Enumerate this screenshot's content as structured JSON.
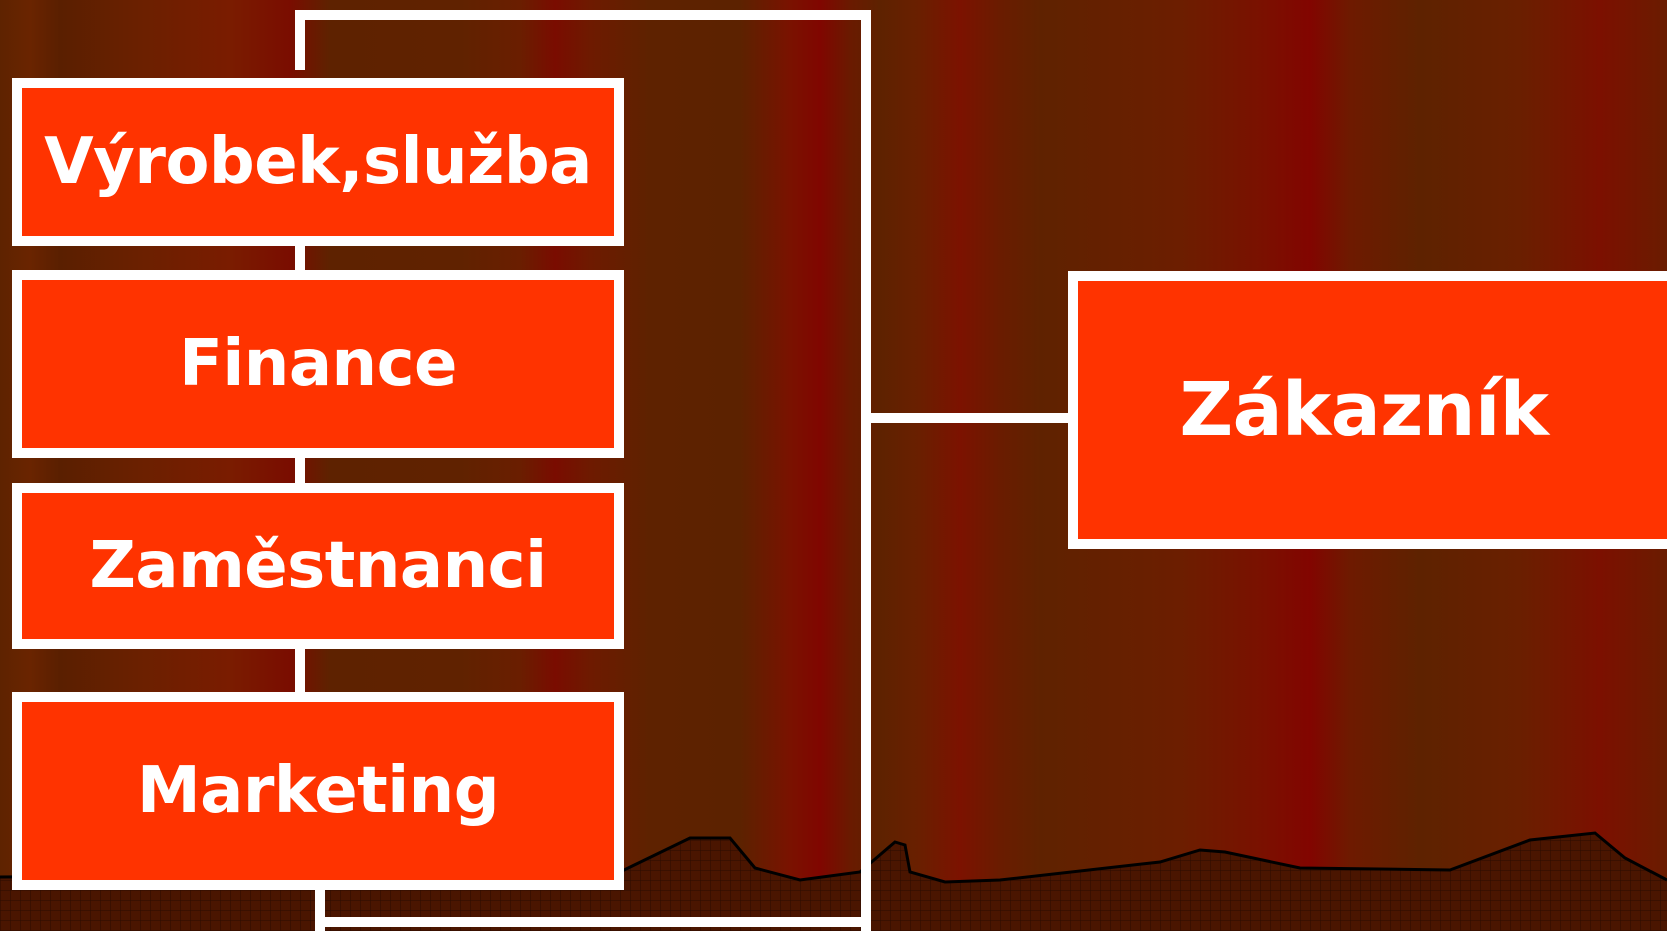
{
  "diagram": {
    "left_column": [
      "Výrobek,služba",
      "Finance",
      "Zaměstnanci",
      "Marketing"
    ],
    "right_box": "Zákazník"
  },
  "colors": {
    "box_fill": "#ff3300",
    "box_border": "#ffffff",
    "text": "#ffffff",
    "background": "#5e2200",
    "connector": "#ffffff"
  }
}
